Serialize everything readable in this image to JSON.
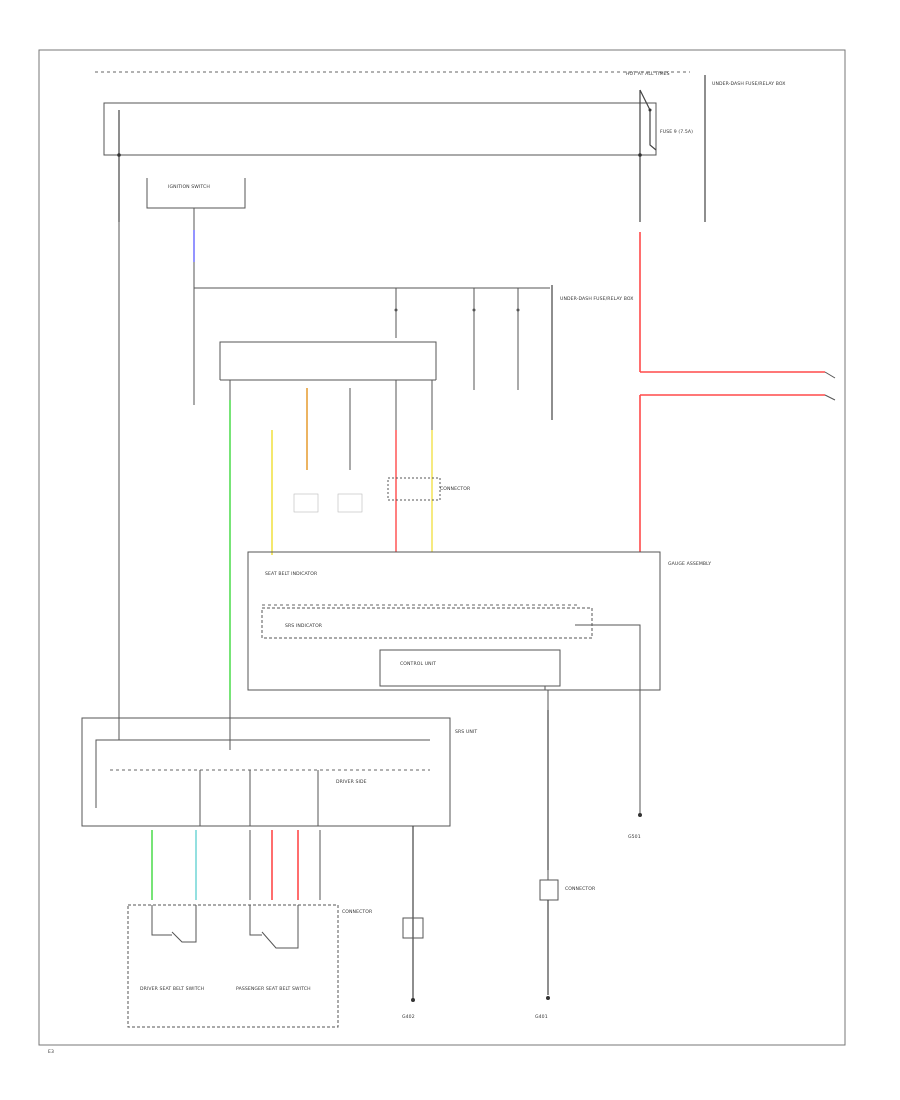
{
  "diagram": {
    "labels": {
      "top_bus": "HOT AT ALL TIMES",
      "top_junction": "UNDER-DASH FUSE/RELAY BOX",
      "fuse_ref": "FUSE 9 (7.5A)",
      "upper_left_box": "IGNITION SWITCH",
      "right_connectors": "UNDER-DASH FUSE/RELAY BOX",
      "mid_connector": "CONNECTOR",
      "gauge_assembly": "GAUGE ASSEMBLY",
      "inner_block_1": "SEAT BELT INDICATOR",
      "inner_block_2": "SRS INDICATOR",
      "inner_block_3": "CONTROL UNIT",
      "lower_box": "SRS UNIT",
      "lower_inner": "DRIVER SIDE",
      "sw_left": "DRIVER SEAT BELT SWITCH",
      "sw_right": "PASSENGER SEAT BELT SWITCH",
      "conn_mid": "CONNECTOR",
      "conn_right": "CONNECTOR",
      "gnd_mid": "G401",
      "gnd_right": "G501",
      "gnd_right2": "G402",
      "corner_code": "E3"
    },
    "colors": {
      "red": "#ff4a4a",
      "green": "#55dd55",
      "yellow": "#f2e24a",
      "orange": "#e8a23a",
      "blue": "#7a7aff",
      "gray_wire": "#666666"
    }
  }
}
